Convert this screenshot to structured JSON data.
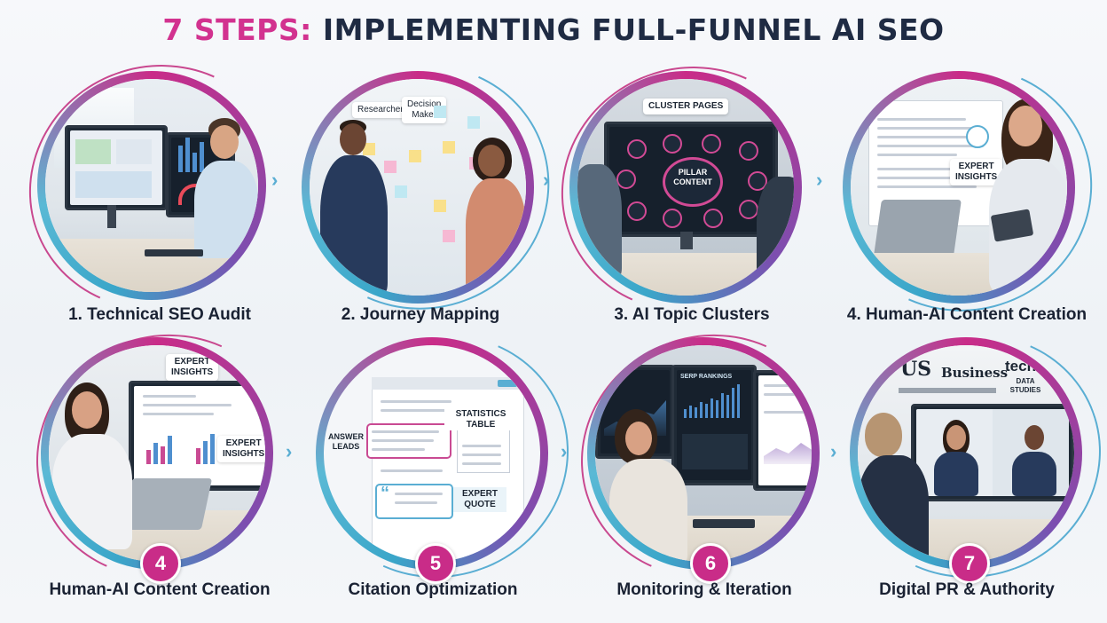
{
  "title": {
    "accent": "7 STEPS:",
    "main": "IMPLEMENTING FULL-FUNNEL AI SEO"
  },
  "steps": [
    {
      "label": "1. Technical SEO Audit"
    },
    {
      "label": "2. Journey Mapping",
      "cards": [
        "Researcher",
        "Decision\nMaker"
      ]
    },
    {
      "label": "3. AI Topic Clusters",
      "cards": [
        "CLUSTER PAGES",
        "PILLAR\nCONTENT"
      ]
    },
    {
      "label": "4. Human-AI Content Creation",
      "cards": [
        "EXPERT\nINSIGHTS"
      ]
    },
    {
      "label": "Human-AI Content Creation",
      "badge": "4",
      "cards": [
        "EXPERT\nINSIGHTS",
        "EXPERT\nINSIGHTS"
      ]
    },
    {
      "label": "Citation Optimization",
      "badge": "5",
      "cards": [
        "ANSWER\nLEADS",
        "STATISTICS\nTABLE",
        "EXPERT\nQUOTE"
      ]
    },
    {
      "label": "Monitoring & Iteration",
      "badge": "6",
      "cards": [
        "SERP RANKINGS"
      ]
    },
    {
      "label": "Digital PR & Authority",
      "badge": "7",
      "cards": [
        "US",
        "Business",
        "tech",
        "DATA\nSTUDIES"
      ]
    }
  ],
  "colors": {
    "accent": "#d2328f",
    "title": "#1f2b43",
    "ring_pink": "#c92c88",
    "ring_blue": "#3aa6c9"
  },
  "icons": [
    "chevron-right-icon"
  ]
}
